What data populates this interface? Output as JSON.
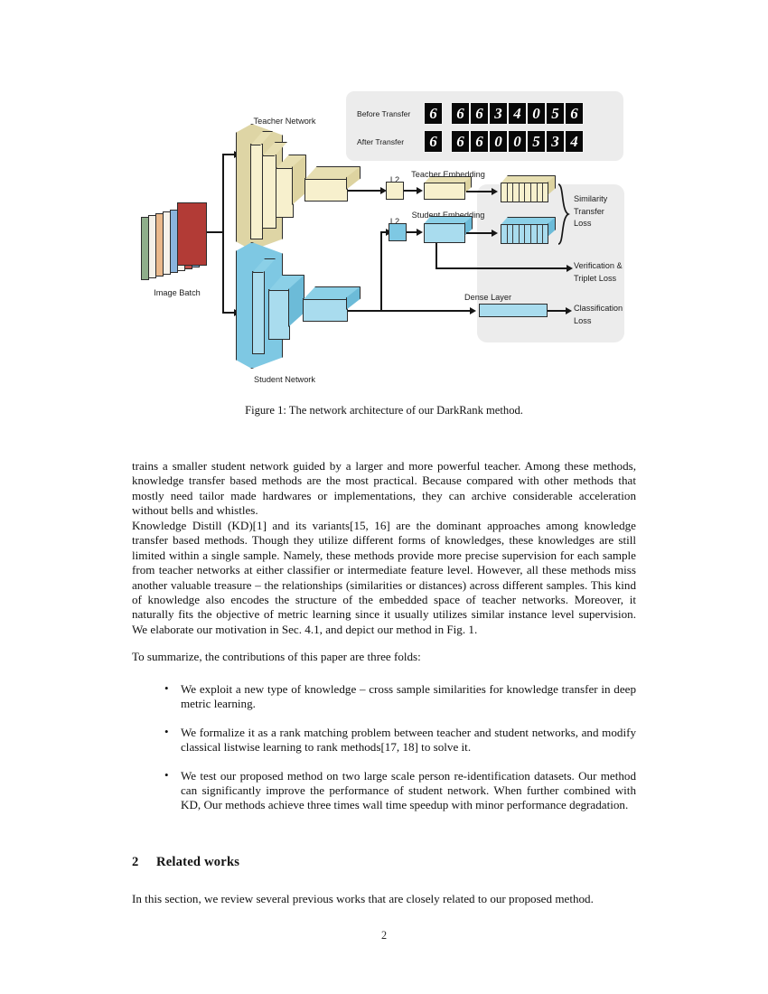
{
  "document": {
    "page_number": "2",
    "figure": {
      "caption": "Figure 1: The network architecture of our DarkRank method.",
      "mnist_panel": {
        "rows": [
          {
            "label": "Before Transfer",
            "query": "6",
            "results": [
              "6",
              "6",
              "3",
              "4",
              "0",
              "5",
              "6"
            ]
          },
          {
            "label": "After Transfer",
            "query": "6",
            "results": [
              "6",
              "6",
              "0",
              "0",
              "5",
              "3",
              "4"
            ]
          }
        ]
      },
      "labels": {
        "image_batch": "Image Batch",
        "teacher_network": "Teacher Network",
        "student_network": "Student Network",
        "l2_teacher": "L2",
        "l2_student": "L2",
        "teacher_embedding": "Teacher Embedding",
        "student_embedding": "Student Embedding",
        "dense_layer": "Dense Layer",
        "similarity_transfer_loss": "Similarity\nTransfer\nLoss",
        "similarity_transfer_loss_lines": [
          "Similarity",
          "Transfer",
          "Loss"
        ],
        "verification_triplet_loss_lines": [
          "Verification &",
          "Triplet Loss"
        ],
        "classification_loss_lines": [
          "Classification",
          "Loss"
        ]
      },
      "colors": {
        "teacher_fill": "#f7f0cd",
        "teacher_fill_dark": "#ddd3a0",
        "teacher_plane": "#ded5a5",
        "student_fill": "#a9dcee",
        "student_fill_dark": "#6cbbd8",
        "student_plane": "#7ec8e3",
        "panel_gray": "#ececec",
        "outline": "#2b2b2b",
        "batch_slab_colors": [
          "#8fae8b",
          "#f3efe6",
          "#e8b98a",
          "#e8b98a",
          "#8ab4dd",
          "#8ab4dd",
          "#c74b44",
          "#8ab4dd",
          "#c74b44"
        ],
        "batch_front": "#b23b36"
      }
    },
    "body": {
      "para_1": "trains a smaller student network guided by a larger and more powerful teacher. Among these methods, knowledge transfer based methods are the most practical. Because compared with other methods that mostly need tailor made hardwares or implementations, they can archive considerable acceleration without bells and whistles.",
      "para_2": "Knowledge Distill (KD)[1] and its variants[15, 16] are the dominant approaches among knowledge transfer based methods. Though they utilize different forms of knowledges, these knowledges are still limited within a single sample. Namely, these methods provide more precise supervision for each sample from teacher networks at either classifier or intermediate feature level. However, all these methods miss another valuable treasure – the relationships (similarities or distances) across different samples. This kind of knowledge also encodes the structure of the embedded space of teacher networks. Moreover, it naturally fits the objective of metric learning since it usually utilizes similar instance level supervision. We elaborate our motivation in Sec. 4.1, and depict our method in Fig. 1.",
      "para_3": "To summarize, the contributions of this paper are three folds:",
      "bullets": [
        "We exploit a new type of knowledge – cross sample similarities for knowledge transfer in deep metric learning.",
        "We formalize it as a rank matching problem between teacher and student networks, and modify classical listwise learning to rank methods[17, 18] to solve it.",
        "We test our proposed method on two large scale person re-identification datasets. Our method can significantly improve the performance of student network. When further combined with KD, Our methods achieve three times wall time speedup with minor performance degradation."
      ],
      "section_number": "2",
      "section_title": "Related works",
      "para_4": "In this section, we review several previous works that are closely related to our proposed method."
    }
  }
}
